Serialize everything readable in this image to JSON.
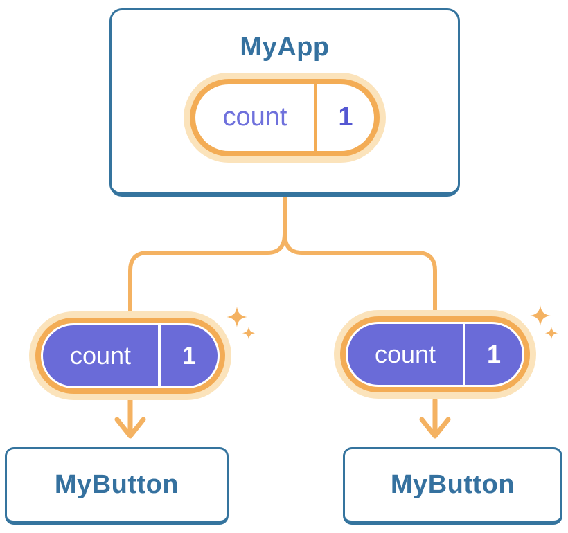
{
  "colors": {
    "blue-border": "#35749E",
    "blue-text": "#35719F",
    "orange": "#F3AC55",
    "orange-line": "#F4B262",
    "orange-light": "#FBE3BB",
    "purple": "#6A6BD8",
    "purple-text": "#6F71DC",
    "purple-value": "#5457D2",
    "white": "#FFFFFF"
  },
  "tree": {
    "root": {
      "title": "MyApp",
      "state": {
        "label": "count",
        "value": "1"
      }
    },
    "children": [
      {
        "title": "MyButton",
        "prop": {
          "label": "count",
          "value": "1"
        }
      },
      {
        "title": "MyButton",
        "prop": {
          "label": "count",
          "value": "1"
        }
      }
    ]
  }
}
